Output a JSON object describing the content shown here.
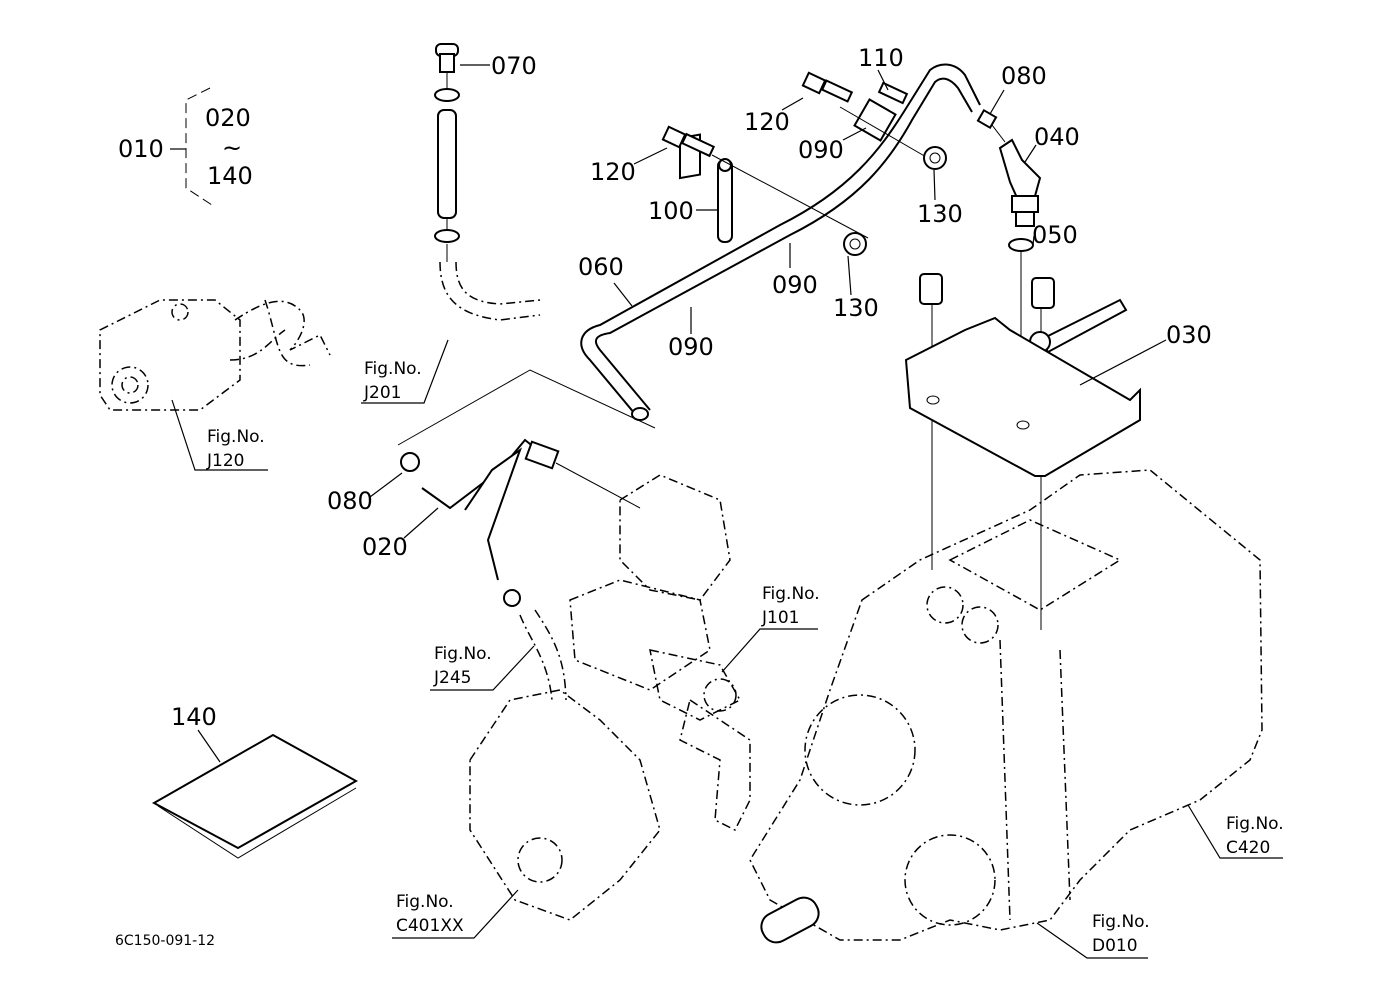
{
  "diagram": {
    "type": "exploded-parts-diagram",
    "drawing_code": "6C150-091-12",
    "assembly": {
      "label": "010",
      "range_from": "020",
      "range_symbol": "~",
      "range_to": "140"
    },
    "callouts": [
      {
        "id": "c070",
        "label": "070",
        "part": "clamp / bolt"
      },
      {
        "id": "c110",
        "label": "110",
        "part": "fitting"
      },
      {
        "id": "c080a",
        "label": "080",
        "part": "clamp"
      },
      {
        "id": "c120a",
        "label": "120",
        "part": "bolt"
      },
      {
        "id": "c040",
        "label": "040",
        "part": "elbow fitting"
      },
      {
        "id": "c090a",
        "label": "090",
        "part": "clamp plate"
      },
      {
        "id": "c120b",
        "label": "120",
        "part": "bolt"
      },
      {
        "id": "c130a",
        "label": "130",
        "part": "nut"
      },
      {
        "id": "c100",
        "label": "100",
        "part": "stay"
      },
      {
        "id": "c050",
        "label": "050",
        "part": "o-ring"
      },
      {
        "id": "c060",
        "label": "060",
        "part": "pipe"
      },
      {
        "id": "c090b",
        "label": "090",
        "part": "clamp plate"
      },
      {
        "id": "c130b",
        "label": "130",
        "part": "nut"
      },
      {
        "id": "c090c",
        "label": "090",
        "part": "clamp plate"
      },
      {
        "id": "c030",
        "label": "030",
        "part": "bracket"
      },
      {
        "id": "c080b",
        "label": "080",
        "part": "clamp"
      },
      {
        "id": "c020",
        "label": "020",
        "part": "pipe"
      },
      {
        "id": "c140",
        "label": "140",
        "part": "instruction sheet"
      }
    ],
    "figure_refs": [
      {
        "id": "J201",
        "prefix": "Fig.No.",
        "number": "J201"
      },
      {
        "id": "J120",
        "prefix": "Fig.No.",
        "number": "J120"
      },
      {
        "id": "J101",
        "prefix": "Fig.No.",
        "number": "J101"
      },
      {
        "id": "J245",
        "prefix": "Fig.No.",
        "number": "J245"
      },
      {
        "id": "C420",
        "prefix": "Fig.No.",
        "number": "C420"
      },
      {
        "id": "C401XX",
        "prefix": "Fig.No.",
        "number": "C401XX"
      },
      {
        "id": "D010",
        "prefix": "Fig.No.",
        "number": "D010"
      }
    ]
  }
}
